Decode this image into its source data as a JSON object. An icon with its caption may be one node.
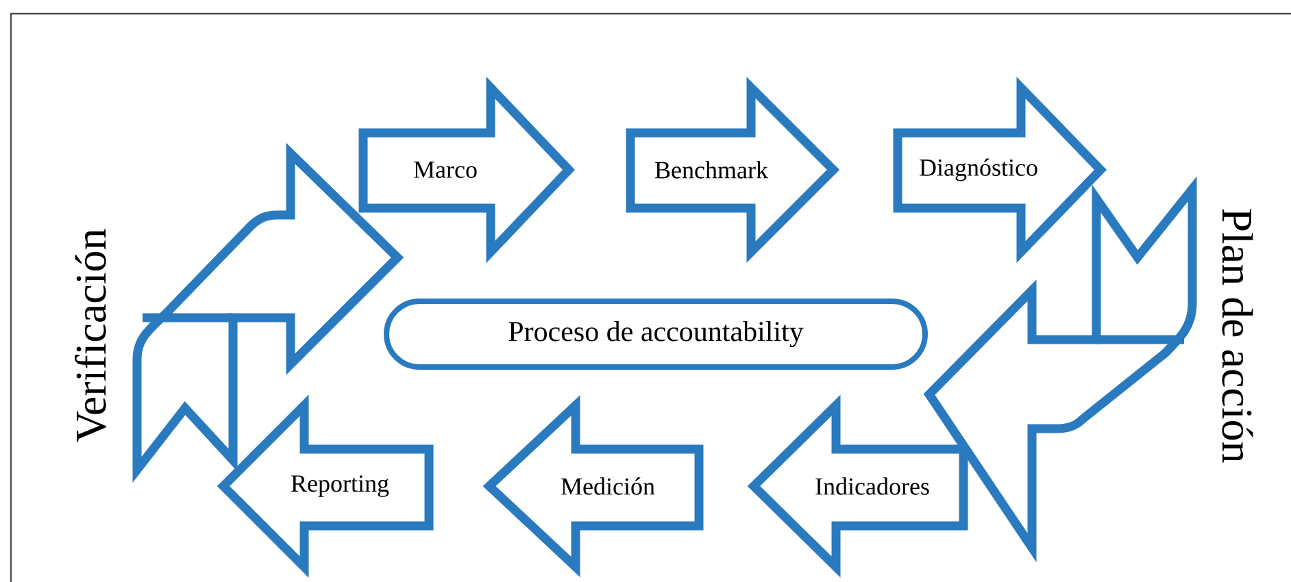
{
  "diagram": {
    "nodes": [
      {
        "text": [
          "Marco"
        ]
      },
      {
        "text": [
          "Benchmark"
        ]
      },
      {
        "text": [
          "Diagnóstico"
        ]
      },
      {
        "text": [
          "Verificación"
        ]
      },
      {
        "text": [
          "Proceso de accountability"
        ]
      },
      {
        "text": [
          "Plan de acción"
        ]
      },
      {
        "text": [
          "Reporting"
        ]
      },
      {
        "text": [
          "Medición"
        ]
      },
      {
        "text": [
          "Indicadores"
        ]
      }
    ]
  }
}
